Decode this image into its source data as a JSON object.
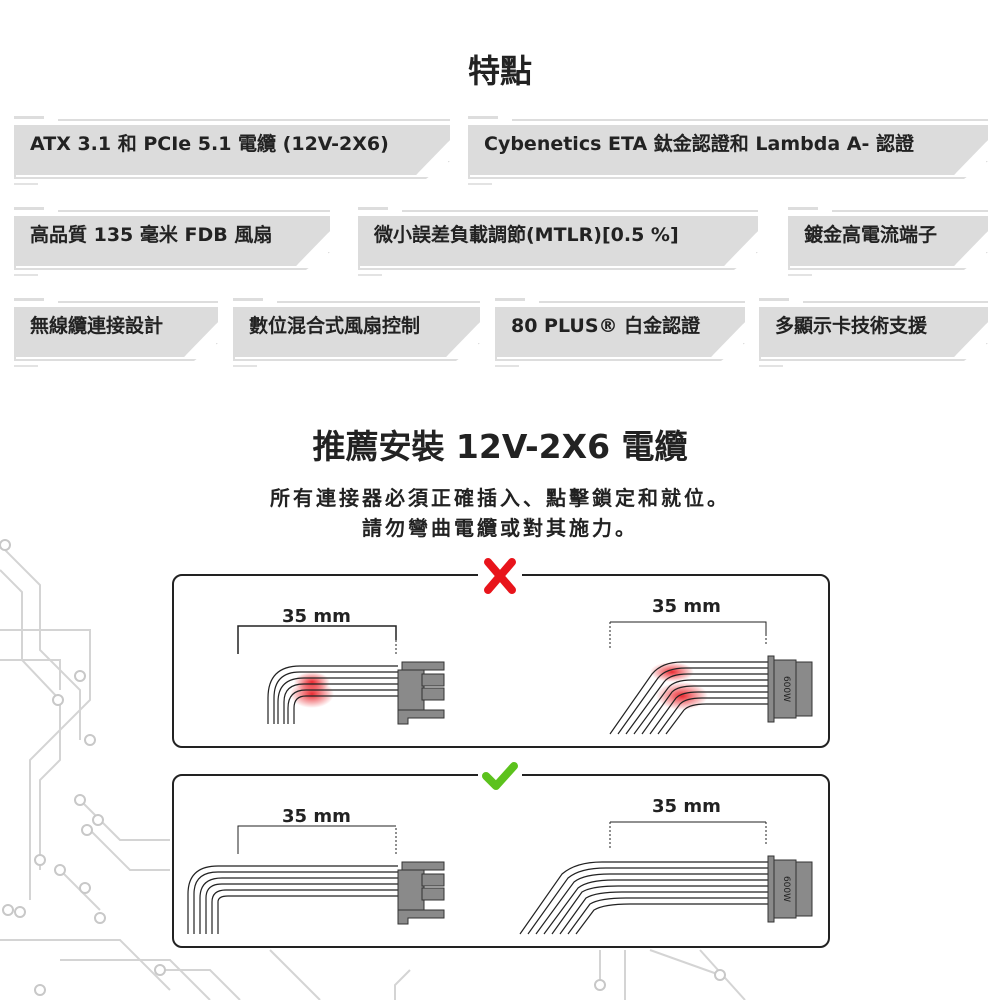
{
  "page_title": "特點",
  "features": [
    "ATX 3.1 和 PCIe 5.1 電纜 (12V-2X6)",
    "Cybenetics ETA 鈦金認證和 Lambda A- 認證",
    "高品質 135 毫米 FDB 風扇",
    "微小誤差負載調節(MTLR)[0.5 %]",
    "鍍金高電流端子",
    "無線纜連接設計",
    "數位混合式風扇控制",
    "80 PLUS® 白金認證",
    "多顯示卡技術支援"
  ],
  "install": {
    "heading": "推薦安裝 12V-2X6 電纜",
    "line1": "所有連接器必須正確插入、點擊鎖定和就位。",
    "line2": "請勿彎曲電纜或對其施力。"
  },
  "wrong": {
    "icon": "x-icon",
    "color": "#e8141b",
    "left_label": "35 mm",
    "right_label": "35 mm",
    "connector_label": "600W"
  },
  "right": {
    "icon": "check-icon",
    "color": "#5cc21d",
    "left_label": "35 mm",
    "right_label": "35 mm",
    "connector_label": "600W"
  }
}
